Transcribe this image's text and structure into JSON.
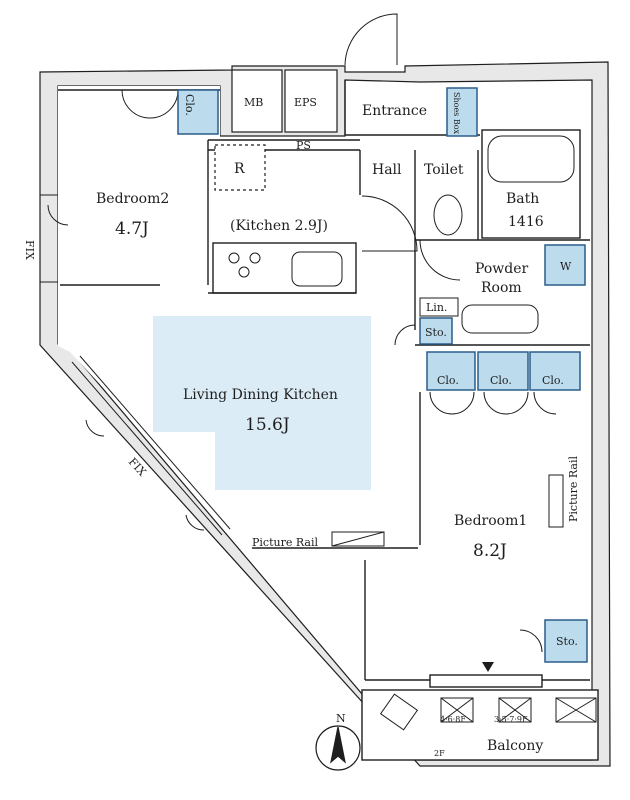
{
  "rooms": {
    "bedroom2": {
      "name": "Bedroom2",
      "size": "4.7J"
    },
    "kitchen": {
      "label": "(Kitchen 2.9J)"
    },
    "ldk": {
      "name": "Living Dining Kitchen",
      "size": "15.6J"
    },
    "bedroom1": {
      "name": "Bedroom1",
      "size": "8.2J"
    },
    "entrance": {
      "name": "Entrance"
    },
    "hall": {
      "name": "Hall"
    },
    "toilet": {
      "name": "Toilet"
    },
    "bath": {
      "name": "Bath",
      "size": "1416"
    },
    "powder": {
      "name_line1": "Powder",
      "name_line2": "Room"
    },
    "balcony": {
      "name": "Balcony"
    }
  },
  "fixtures": {
    "mb": "MB",
    "eps": "EPS",
    "ps": "PS",
    "refrigerator": "R",
    "shoes_box": "Shoes Box",
    "linen": "Lin.",
    "storage": "Sto.",
    "closet": "Clo.",
    "washer": "W"
  },
  "annotations": {
    "fix": "FIX",
    "picture_rail": "Picture Rail",
    "north": "N",
    "hatch_a": "4·6·8F",
    "hatch_b": "3·5·7·9F",
    "floor_2f": "2F"
  },
  "colors": {
    "wall_fill": "#e8e8e8",
    "line": "#1e1e1e",
    "ldk_highlight": "#dcecf6",
    "closet_fill": "#bcdcee",
    "closet_border": "#2a5d8a"
  }
}
